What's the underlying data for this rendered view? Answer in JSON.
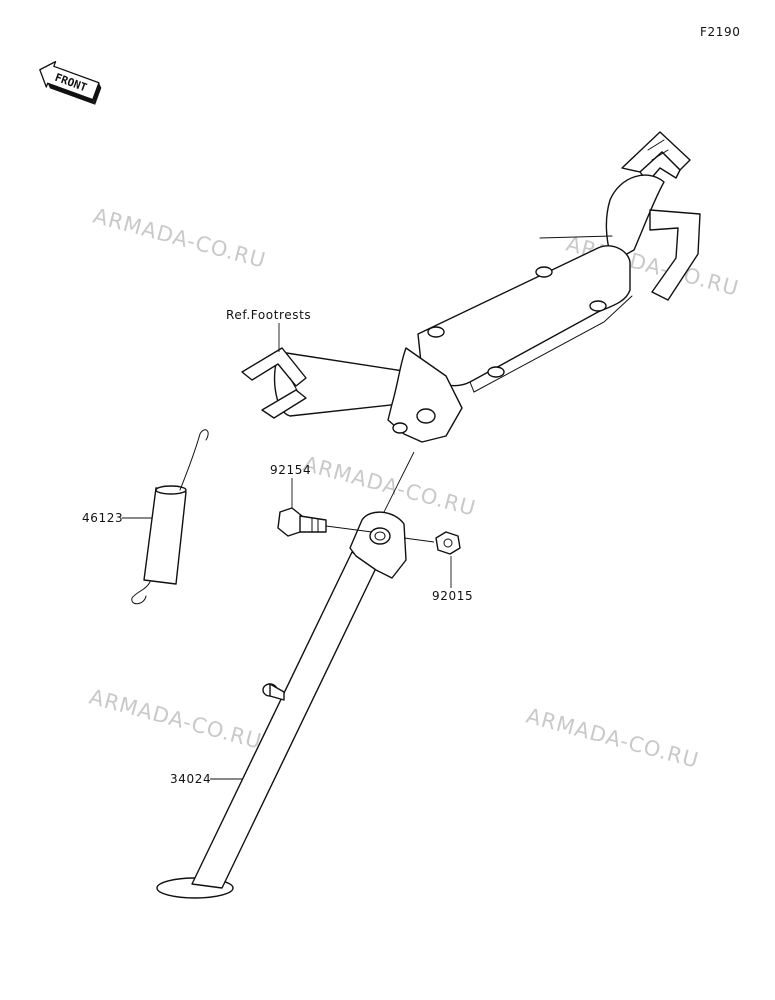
{
  "figure_code": "F2190",
  "front_label": "FRONT",
  "watermark": "ARMADA-CO.RU",
  "callouts": {
    "ref_footrests": "Ref.Footrests",
    "spring": "46123",
    "bolt": "92154",
    "nut": "92015",
    "side_stand": "34024"
  }
}
